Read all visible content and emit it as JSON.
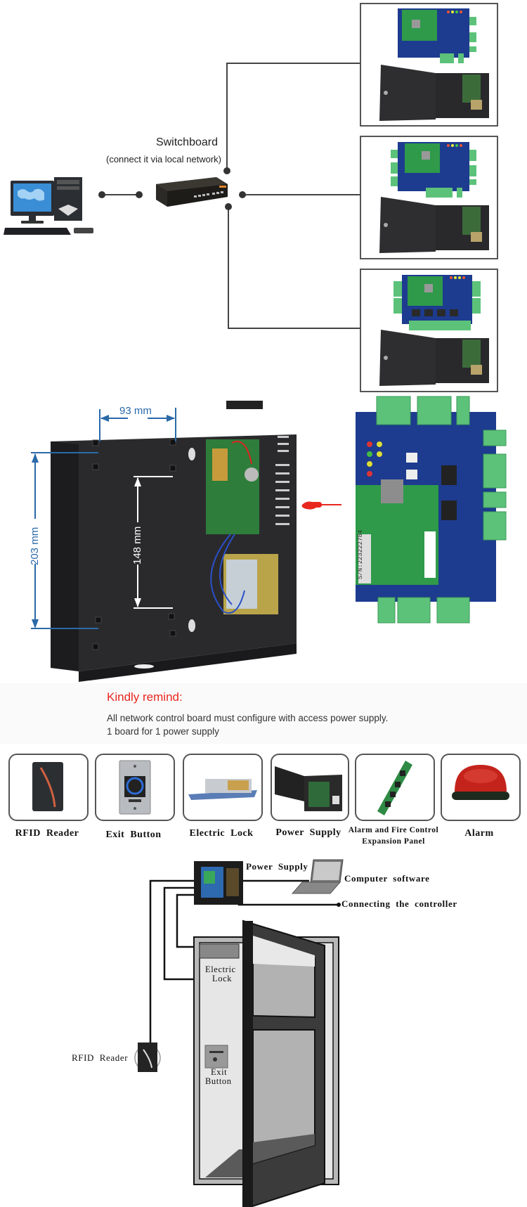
{
  "topology": {
    "switch_title": "Switchboard",
    "switch_subtitle": "(connect it via local network)",
    "nodes": {
      "computer": "desktop-computer",
      "switch": "network-switch",
      "controllers": [
        {
          "board": "1-door-controller-board",
          "enclosure": "power-supply-enclosure"
        },
        {
          "board": "2-door-controller-board",
          "enclosure": "power-supply-enclosure"
        },
        {
          "board": "4-door-controller-board",
          "enclosure": "power-supply-enclosure"
        }
      ]
    }
  },
  "dimensions": {
    "width_label": "93 mm",
    "height_label": "203 mm",
    "inner_label": "148 mm",
    "serial_label": "S/N:223222784",
    "pointer": "red-pointing-hand"
  },
  "reminder": {
    "title": "Kindly remind:",
    "lines": [
      "All network control board must configure with access power supply.",
      "1 board for 1 power supply"
    ]
  },
  "accessories": [
    {
      "label": "RFID  Reader",
      "icon": "rfid-reader"
    },
    {
      "label": "Exit  Button",
      "icon": "exit-button"
    },
    {
      "label": "Electric  Lock",
      "icon": "electric-lock"
    },
    {
      "label": "Power  Supply",
      "icon": "power-supply-box"
    },
    {
      "label_line1": "Alarm and Fire Control",
      "label_line2": "Expansion Panel",
      "icon": "expansion-panel"
    },
    {
      "label": "Alarm",
      "icon": "alarm-siren"
    }
  ],
  "wiring": {
    "power_supply": "Power  Supply",
    "computer_software": "Computer  software",
    "connecting_controller": "Connecting  the  controller",
    "electric_lock_1": "Electric",
    "electric_lock_2": "Lock",
    "rfid_reader": "RFID  Reader",
    "exit_button_1": "Exit",
    "exit_button_2": "Button"
  },
  "colors": {
    "accent_red": "#e8261f",
    "dimension_blue": "#2a6aa8",
    "pcb_blue": "#1d3b8f",
    "pcb_green": "#2e9a4a",
    "terminal_green": "#5cc27a"
  }
}
